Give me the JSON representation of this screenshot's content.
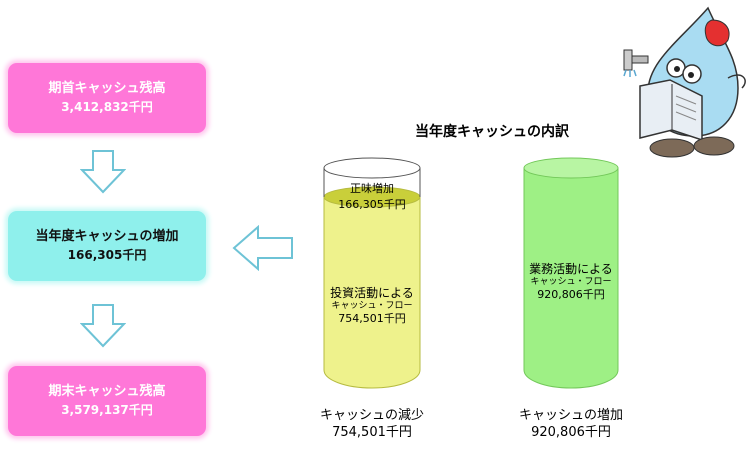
{
  "flow": {
    "opening": {
      "label": "期首キャッシュ残高",
      "amount": "3,412,832千円",
      "color": "#ff77d8"
    },
    "increase": {
      "label": "当年度キャッシュの増加",
      "amount": "166,305千円",
      "color": "#8ff0ec"
    },
    "closing": {
      "label": "期末キャッシュ残高",
      "amount": "3,579,137千円",
      "color": "#ff77d8"
    }
  },
  "breakdown": {
    "title": "当年度キャッシュの内訳",
    "decrease_cylinder": {
      "net_label": "正味増加",
      "net_amount": "166,305千円",
      "line1": "投資活動による",
      "line2": "キャッシュ・フロー",
      "line3": "754,501千円",
      "caption": "キャッシュの減少",
      "caption_amount": "754,501千円",
      "fill_color": "#eef28c"
    },
    "increase_cylinder": {
      "line1": "業務活動による",
      "line2": "キャッシュ・フロー",
      "line3": "920,806千円",
      "caption": "キャッシュの増加",
      "caption_amount": "920,806千円",
      "fill_color": "#9ef085"
    }
  }
}
